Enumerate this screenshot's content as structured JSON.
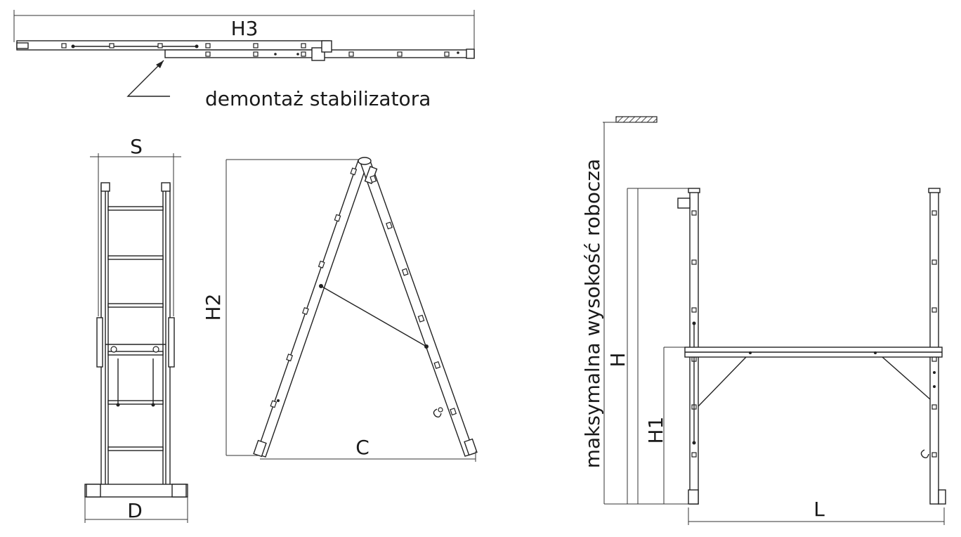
{
  "labels": {
    "h3": "H3",
    "demontaz": "demontaż stabilizatora",
    "s": "S",
    "d": "D",
    "h2": "H2",
    "c": "C",
    "max_height": "maksymalna wysokość robocza",
    "h": "H",
    "h1": "H1",
    "l": "L"
  },
  "colors": {
    "line": "#222222",
    "text": "#1a1a1a",
    "background": "#ffffff"
  }
}
